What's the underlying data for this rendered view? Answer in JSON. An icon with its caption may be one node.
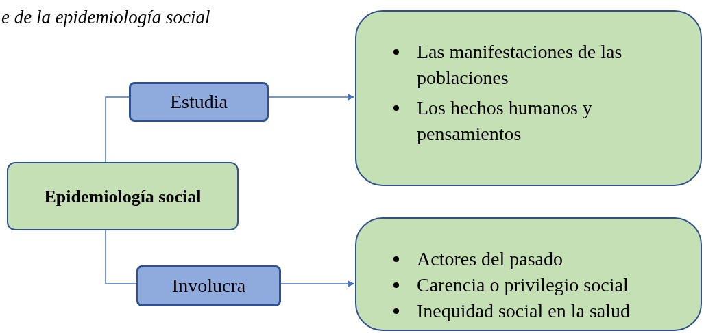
{
  "diagram": {
    "title": "e de la epidemiología social",
    "nodes": [
      {
        "text": [
          "Epidemiología social"
        ]
      },
      {
        "text": [
          "Estudia"
        ]
      },
      {
        "text": [
          "Involucra"
        ]
      },
      {
        "text": [
          "Las manifestaciones de las poblaciones",
          "Los hechos humanos y pensamientos"
        ]
      },
      {
        "text": [
          "Actores del pasado",
          "Carencia o privilegio social",
          "Inequidad social en la salud"
        ]
      }
    ],
    "edges": [
      {
        "from": 0,
        "to": 1,
        "arrow": "none"
      },
      {
        "from": 1,
        "to": 3,
        "arrow": "to"
      },
      {
        "from": 0,
        "to": 2,
        "arrow": "none"
      },
      {
        "from": 2,
        "to": 4,
        "arrow": "to"
      }
    ]
  }
}
